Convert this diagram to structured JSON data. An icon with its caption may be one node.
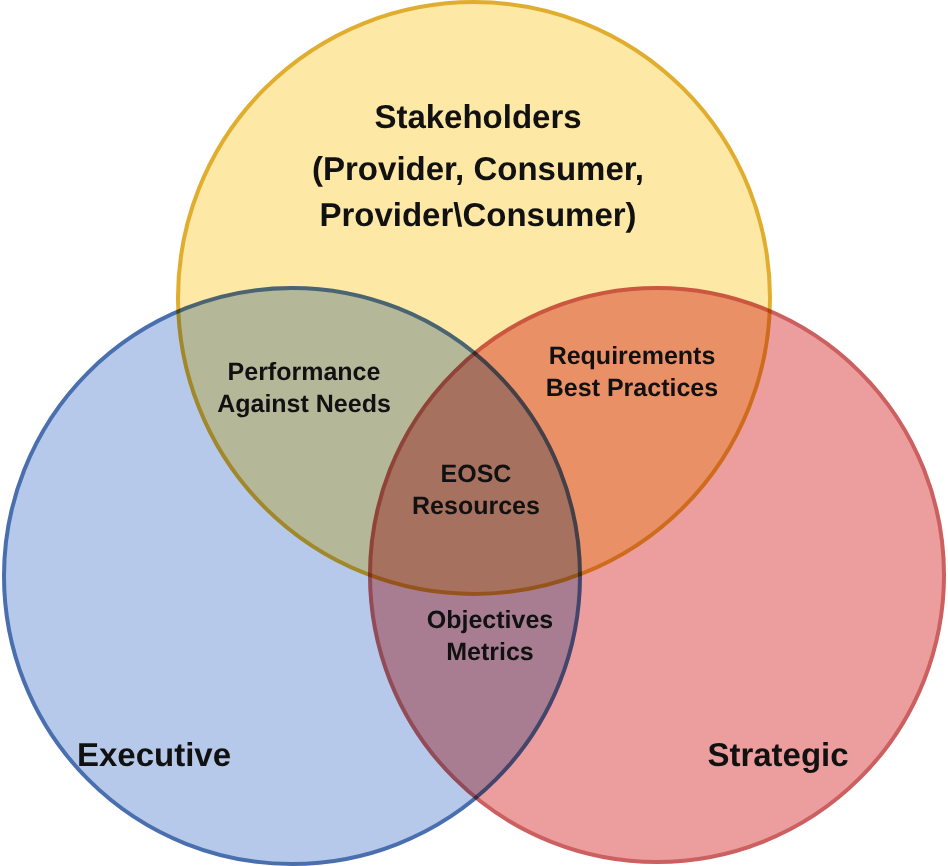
{
  "diagram": {
    "nodes": [
      {
        "text": [
          "Stakeholders",
          "(Provider, Consumer, Provider\\Consumer)"
        ]
      },
      {
        "text": [
          "Executive"
        ]
      },
      {
        "text": [
          "Strategic"
        ]
      }
    ],
    "labels": [
      "Performance Against Needs",
      "Requirements Best Practices",
      "EOSC Resources",
      "Objectives Metrics"
    ]
  }
}
